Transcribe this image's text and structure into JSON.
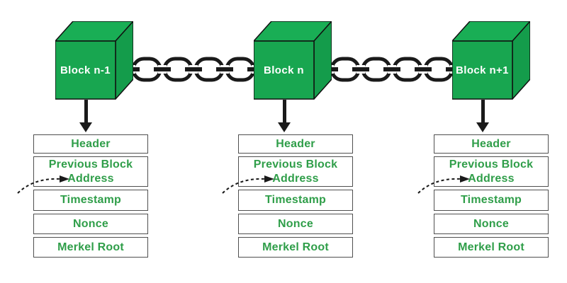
{
  "diagram": {
    "blocks": [
      {
        "label": "Block n-1",
        "fields": [
          "Header",
          "Previous Block Address",
          "Timestamp",
          "Nonce",
          "Merkel Root"
        ]
      },
      {
        "label": "Block n",
        "fields": [
          "Header",
          "Previous Block Address",
          "Timestamp",
          "Nonce",
          "Merkel Root"
        ]
      },
      {
        "label": "Block n+1",
        "fields": [
          "Header",
          "Previous Block Address",
          "Timestamp",
          "Nonce",
          "Merkel Root"
        ]
      }
    ],
    "colors": {
      "background": "#ffffff",
      "cube_front": "#18a650",
      "cube_top": "#19ae55",
      "cube_side": "#149c4b",
      "cube_label_text": "#ffffff",
      "field_text": "#2f9e49",
      "box_border": "#4f4f4f",
      "chain": "#1a1a1a"
    },
    "icons": {
      "chain": "chain-link-icon",
      "down_arrow": "down-arrow-icon",
      "dashed_arrow": "dashed-arrow-icon"
    }
  }
}
